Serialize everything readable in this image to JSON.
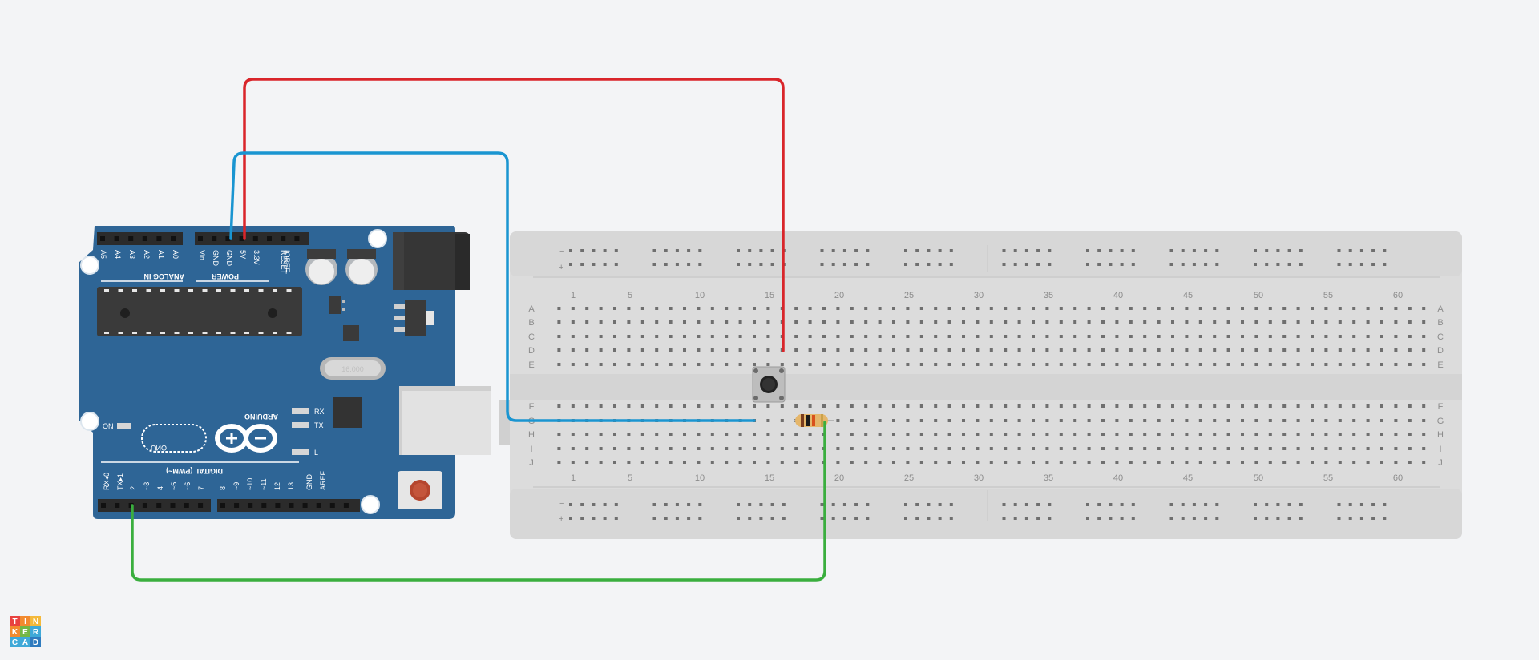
{
  "board": {
    "brand": "ARDUINO",
    "model": "UNO",
    "section_analog": "ANALOG IN",
    "section_power": "POWER",
    "section_digital": "DIGITAL (PWM~)",
    "on_label": "ON",
    "rx_label": "RX",
    "tx_label": "TX",
    "l_label": "L",
    "analog_pins": [
      "A5",
      "A4",
      "A3",
      "A2",
      "A1",
      "A0"
    ],
    "power_pins": [
      "Vin",
      "GND",
      "GND",
      "5V",
      "3.3V",
      "RESET",
      "IOREF"
    ],
    "digital_pins": [
      "RX◂0",
      "TX▸1",
      "2",
      "~3",
      "4",
      "~5",
      "~6",
      "7",
      "8",
      "~9",
      "~10",
      "~11",
      "12",
      "13",
      "GND",
      "AREF"
    ],
    "crystal_label": "16.000"
  },
  "breadboard": {
    "columns": [
      "1",
      "5",
      "10",
      "15",
      "20",
      "25",
      "30",
      "35",
      "40",
      "45",
      "50",
      "55",
      "60"
    ],
    "rows_top": [
      "A",
      "B",
      "C",
      "D",
      "E"
    ],
    "rows_bottom": [
      "F",
      "G",
      "H",
      "I",
      "J"
    ],
    "rail_minus": "−",
    "rail_plus": "+"
  },
  "wires": [
    {
      "name": "5v-wire",
      "color": "#d9252a"
    },
    {
      "name": "gnd-wire",
      "color": "#1a95d1"
    },
    {
      "name": "pin2-wire",
      "color": "#3aae3e"
    }
  ],
  "logo": {
    "letters": [
      "T",
      "I",
      "N",
      "K",
      "E",
      "R",
      "C",
      "A",
      "D"
    ]
  }
}
